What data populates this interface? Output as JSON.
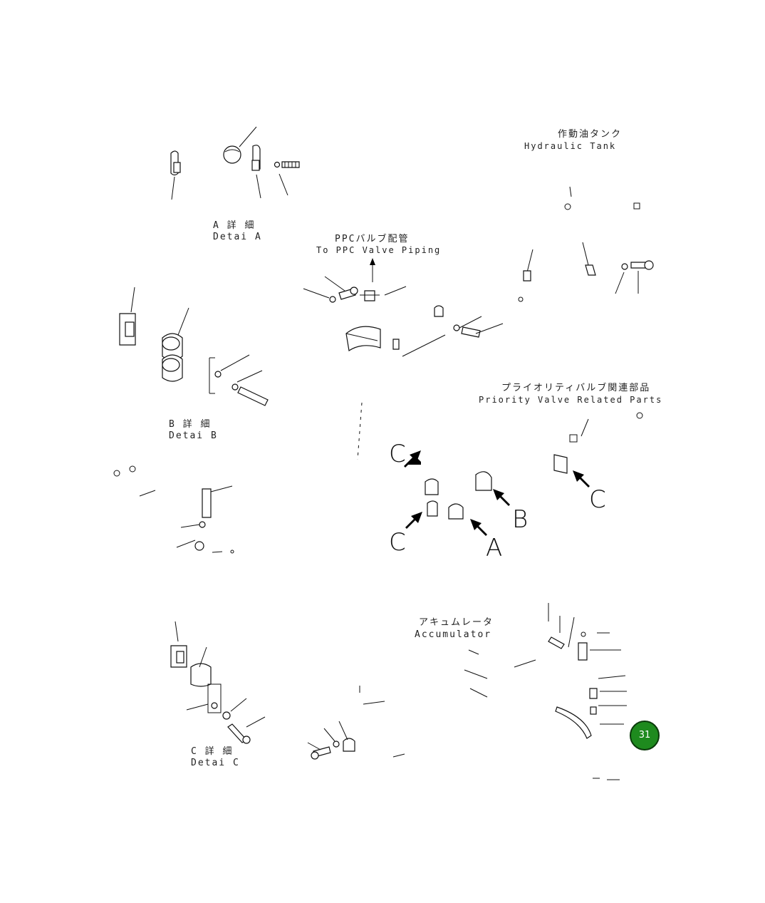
{
  "labels": {
    "detail_a_jp": "A 詳 細",
    "detail_a_en": "Detai  A",
    "detail_b_jp": "B 詳 細",
    "detail_b_en": "Detai  B",
    "detail_c_jp": "C 詳 細",
    "detail_c_en": "Detai  C",
    "ppc_jp": "PPCバルブ配管",
    "ppc_en": "To PPC Valve Piping",
    "tank_jp": "作動油タンク",
    "tank_en": "Hydraulic Tank",
    "priority_jp": "プライオリティバルブ関連部品",
    "priority_en": "Priority Valve Related Parts",
    "accumulator_jp": "アキュムレータ",
    "accumulator_en": "Accumulator"
  },
  "view_letters": {
    "c_top_left": "C",
    "c_bottom_left": "C",
    "b": "B",
    "a": "A",
    "c_right": "C"
  },
  "badge": {
    "number": "31",
    "color": "#1e8a1e"
  }
}
